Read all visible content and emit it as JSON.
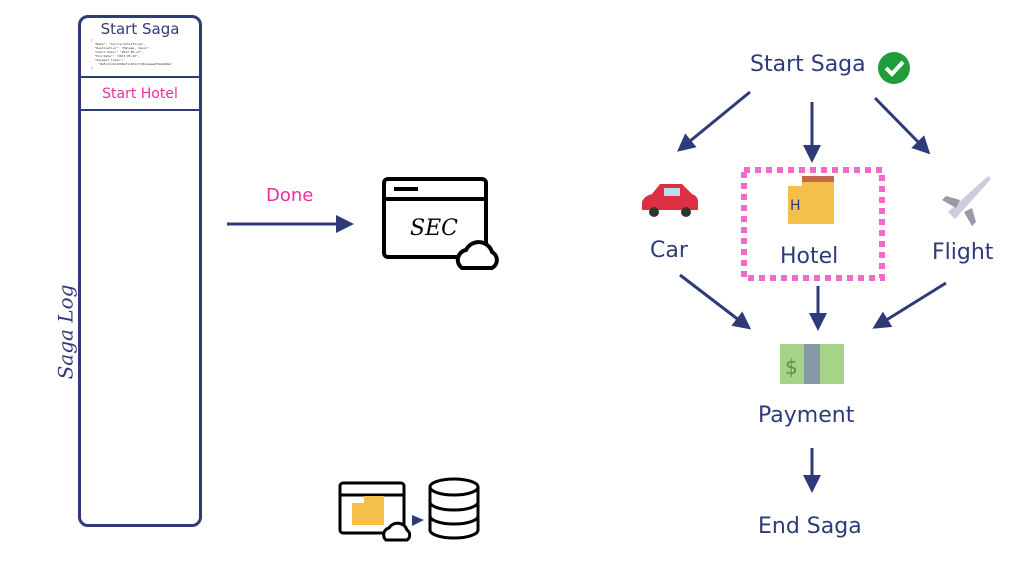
{
  "saga_log": {
    "label": "Saga Log",
    "header": "Start Saga",
    "json_lines": [
      "{",
      "  \"Name\": \"Cecile Hoteffling\",",
      "  \"Destination\": \"Malaga, Spain\",",
      "  \"Start Date\": \"2017-05-17\",",
      "  \"End Date\": \"2017-05-25\",",
      "  \"Payment Token\":",
      "    \"0e5ic1c1b1299ef1c1611fc0b1eaaa4f0da6b8e\"",
      "}"
    ],
    "entries": [
      "Start Hotel"
    ]
  },
  "middle": {
    "arrow_label": "Done",
    "sec_label": "SEC"
  },
  "flow": {
    "start": "Start Saga",
    "car": "Car",
    "hotel": "Hotel",
    "flight": "Flight",
    "payment": "Payment",
    "end": "End Saga",
    "icons": [
      "check-icon",
      "car-icon",
      "hotel-icon",
      "airplane-icon",
      "money-icon"
    ]
  },
  "colors": {
    "navy": "#2f3a78",
    "pink": "#ee2d9a",
    "check": "#1e9e3a"
  }
}
